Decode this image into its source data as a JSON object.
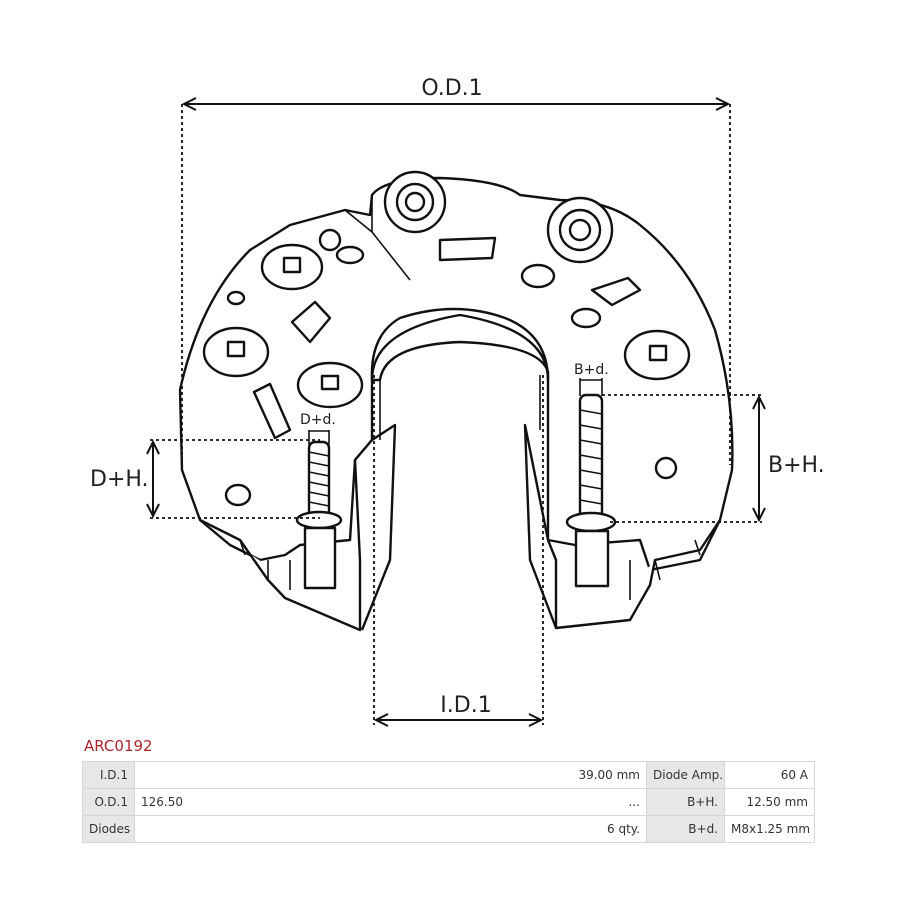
{
  "diagram": {
    "labels": {
      "od1": "O.D.1",
      "id1": "I.D.1",
      "dh": "D+H.",
      "dd": "D+d.",
      "bh": "B+H.",
      "bd": "B+d."
    }
  },
  "product": {
    "code": "ARC0192"
  },
  "specs": {
    "rows": [
      {
        "label1": "I.D.1",
        "value1_left": "",
        "value1_right": "39.00 mm",
        "label2": "Diode Amp.",
        "value2": "60 A"
      },
      {
        "label1": "O.D.1",
        "value1_left": "126.50",
        "value1_right": "...",
        "label2": "B+H.",
        "value2": "12.50 mm"
      },
      {
        "label1": "Diodes",
        "value1_left": "",
        "value1_right": "6 qty.",
        "label2": "B+d.",
        "value2": "M8x1.25 mm"
      }
    ]
  }
}
